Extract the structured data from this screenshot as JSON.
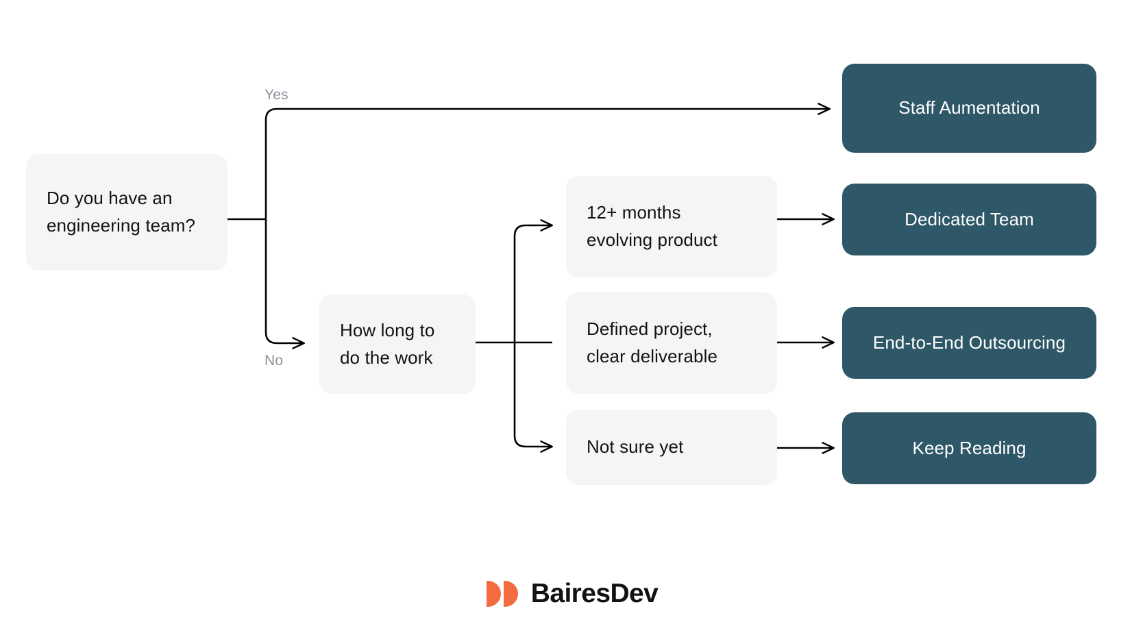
{
  "diagram": {
    "type": "flowchart",
    "title": "Engagement model decision flowchart",
    "colors": {
      "canvas": "#ffffff",
      "node_gray": "#f4f5f7",
      "node_teal": "#2e5767",
      "text_dark": "#121212",
      "text_light": "#ffffff",
      "edge_label": "#8d949b",
      "connector": "#000000",
      "brand_orange": "#f26c40"
    },
    "nodes": {
      "question_root": {
        "label": "Do you have an\nengineering team?",
        "style": "gray"
      },
      "question_duration": {
        "label": "How long to\ndo the work",
        "style": "gray"
      },
      "option_long": {
        "label": "12+ months\nevolving product",
        "style": "gray"
      },
      "option_defined": {
        "label": "Defined project,\nclear deliverable",
        "style": "gray"
      },
      "option_unsure": {
        "label": "Not sure yet",
        "style": "gray"
      },
      "outcome_staff": {
        "label": "Staff Aumentation",
        "style": "teal"
      },
      "outcome_dedicated": {
        "label": "Dedicated Team",
        "style": "teal"
      },
      "outcome_outsourcing": {
        "label": "End-to-End Outsourcing",
        "style": "teal"
      },
      "outcome_keep_reading": {
        "label": "Keep Reading",
        "style": "teal"
      }
    },
    "edge_labels": {
      "yes": "Yes",
      "no": "No"
    },
    "edges": [
      {
        "from": "question_root",
        "to": "outcome_staff",
        "label": "Yes"
      },
      {
        "from": "question_root",
        "to": "question_duration",
        "label": "No"
      },
      {
        "from": "question_duration",
        "to": "option_long",
        "label": ""
      },
      {
        "from": "question_duration",
        "to": "option_defined",
        "label": ""
      },
      {
        "from": "question_duration",
        "to": "option_unsure",
        "label": ""
      },
      {
        "from": "option_long",
        "to": "outcome_dedicated",
        "label": ""
      },
      {
        "from": "option_defined",
        "to": "outcome_outsourcing",
        "label": ""
      },
      {
        "from": "option_unsure",
        "to": "outcome_keep_reading",
        "label": ""
      }
    ]
  },
  "brand": {
    "name": "BairesDev",
    "mark": "bairesdev-logo-mark"
  }
}
